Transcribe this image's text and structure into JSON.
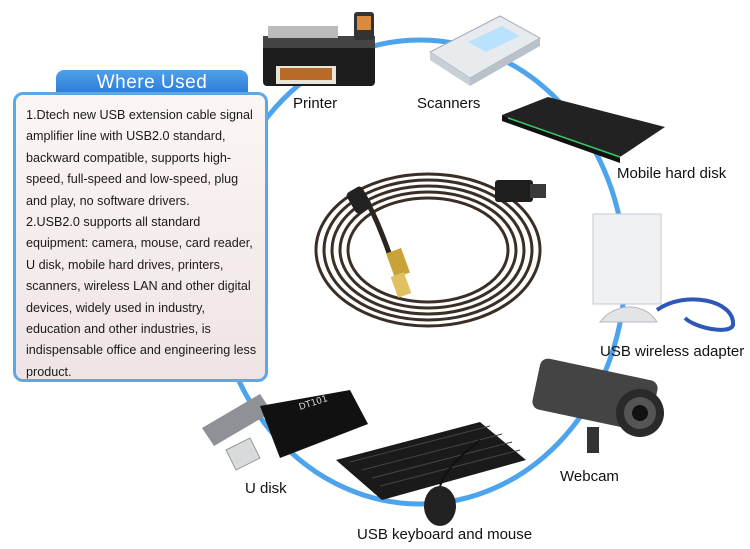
{
  "panel": {
    "title": "Where  Used",
    "paragraphs": [
      "1.Dtech new USB extension cable signal amplifier line with USB2.0 standard, backward compatible, supports high-speed, full-speed and low-speed, plug and play, no software drivers.",
      "2.USB2.0 supports all standard equipment: camera, mouse, card reader, U disk, mobile hard drives, printers, scanners, wireless LAN and other digital devices, widely used in industry, education and other industries, is indispensable office and engineering less product."
    ]
  },
  "devices": {
    "printer": "Printer",
    "scanners": "Scanners",
    "hard_disk": "Mobile hard disk",
    "wireless": "USB wireless adapter",
    "webcam": "Webcam",
    "keyboard": "USB keyboard and mouse",
    "udisk": "U disk"
  },
  "colors": {
    "ring": "#3a9aea",
    "panel_border": "#5aa8ec",
    "tab": "#2a78d6"
  }
}
